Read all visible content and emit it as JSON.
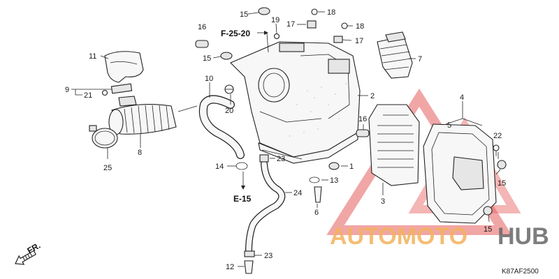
{
  "diagram": {
    "reference_code": "K87AF2500",
    "cross_refs": [
      "F-25-20",
      "E-15"
    ],
    "direction_label": "FR.",
    "watermark": {
      "part_a": "AUTOMOTO",
      "part_b": "HUB",
      "color_a": "#f2b25c",
      "color_b": "#666666",
      "triangle_color": "#e65c5c"
    },
    "callouts": {
      "c1": "1",
      "c2": "2",
      "c3": "3",
      "c4": "4",
      "c5": "5",
      "c6": "6",
      "c7": "7",
      "c8": "8",
      "c9": "9",
      "c10": "10",
      "c11": "11",
      "c12": "12",
      "c13": "13",
      "c14": "14",
      "c15a": "15",
      "c15b": "15",
      "c15c": "15",
      "c15d": "15",
      "c16a": "16",
      "c16b": "16",
      "c17a": "17",
      "c17b": "17",
      "c18a": "18",
      "c18b": "18",
      "c19": "19",
      "c20": "20",
      "c21": "21",
      "c22": "22",
      "c23a": "23",
      "c23b": "23",
      "c24": "24",
      "c25": "25"
    }
  }
}
